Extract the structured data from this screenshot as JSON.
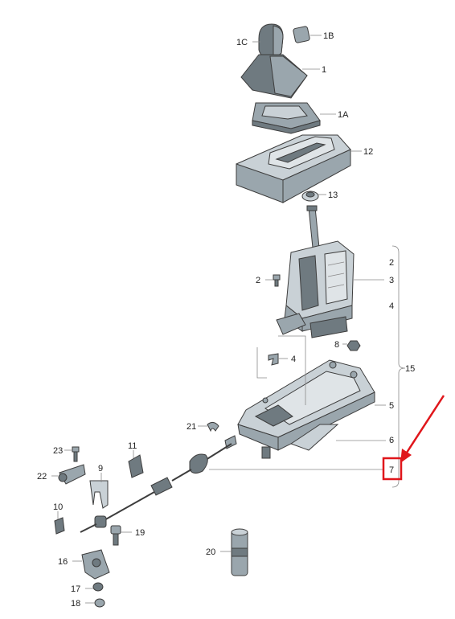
{
  "labels": {
    "p1C": "1C",
    "p1B": "1B",
    "p1": "1",
    "p1A": "1A",
    "p12": "12",
    "p13": "13",
    "p2a": "2",
    "p2b": "2",
    "p3": "3",
    "p4a": "4",
    "p4b": "4",
    "p8": "8",
    "p15": "15",
    "p5": "5",
    "p6": "6",
    "p7": "7",
    "p21": "21",
    "p11": "11",
    "p23": "23",
    "p9": "9",
    "p22": "22",
    "p10": "10",
    "p19": "19",
    "p16": "16",
    "p20": "20",
    "p17": "17",
    "p18": "18"
  },
  "highlight": {
    "part": "7",
    "color": "#e0161b"
  },
  "colors": {
    "part_dark": "#6f7a80",
    "part_mid": "#9aa6ad",
    "part_light": "#c9d1d6",
    "leader": "#8a8a8a"
  }
}
